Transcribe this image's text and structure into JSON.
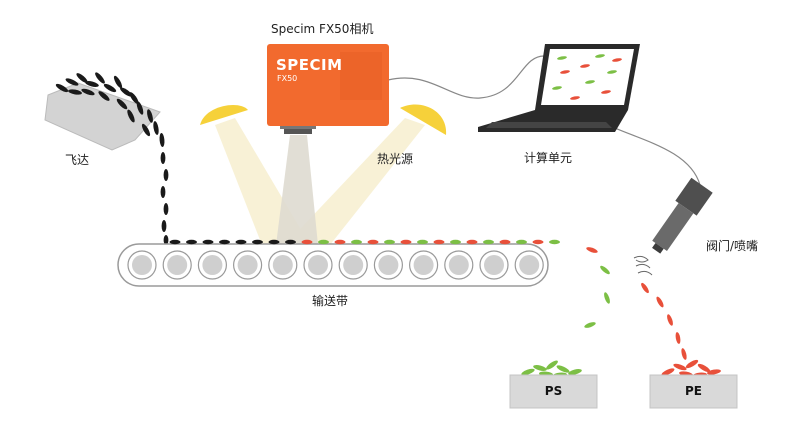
{
  "labels": {
    "camera_title": "Specim FX50相机",
    "camera_brand": "Specim",
    "camera_model": "FX50",
    "hopper": "飞达",
    "heat_source": "热光源",
    "computer": "计算单元",
    "valve": "阀门/喷嘴",
    "conveyor": "输送带",
    "bin_ps": "PS",
    "bin_pe": "PE"
  },
  "colors": {
    "camera_body": "#f26a2e",
    "lamp": "#f6d13a",
    "light_beam": "#f7efcf",
    "camera_beam": "#dedad0",
    "black_particle": "#1a1a1a",
    "red_particle": "#e8503a",
    "green_particle": "#7cbf45",
    "bin_fill": "#d9d9d9",
    "conveyor_roller": "#cfcfcf",
    "laptop": "#2a2a2a",
    "valve": "#5a5a5a"
  },
  "icons": [
    "hopper-icon",
    "camera-icon",
    "lamp-icon",
    "laptop-icon",
    "valve-nozzle-icon",
    "conveyor-icon",
    "air-jet-icon"
  ]
}
